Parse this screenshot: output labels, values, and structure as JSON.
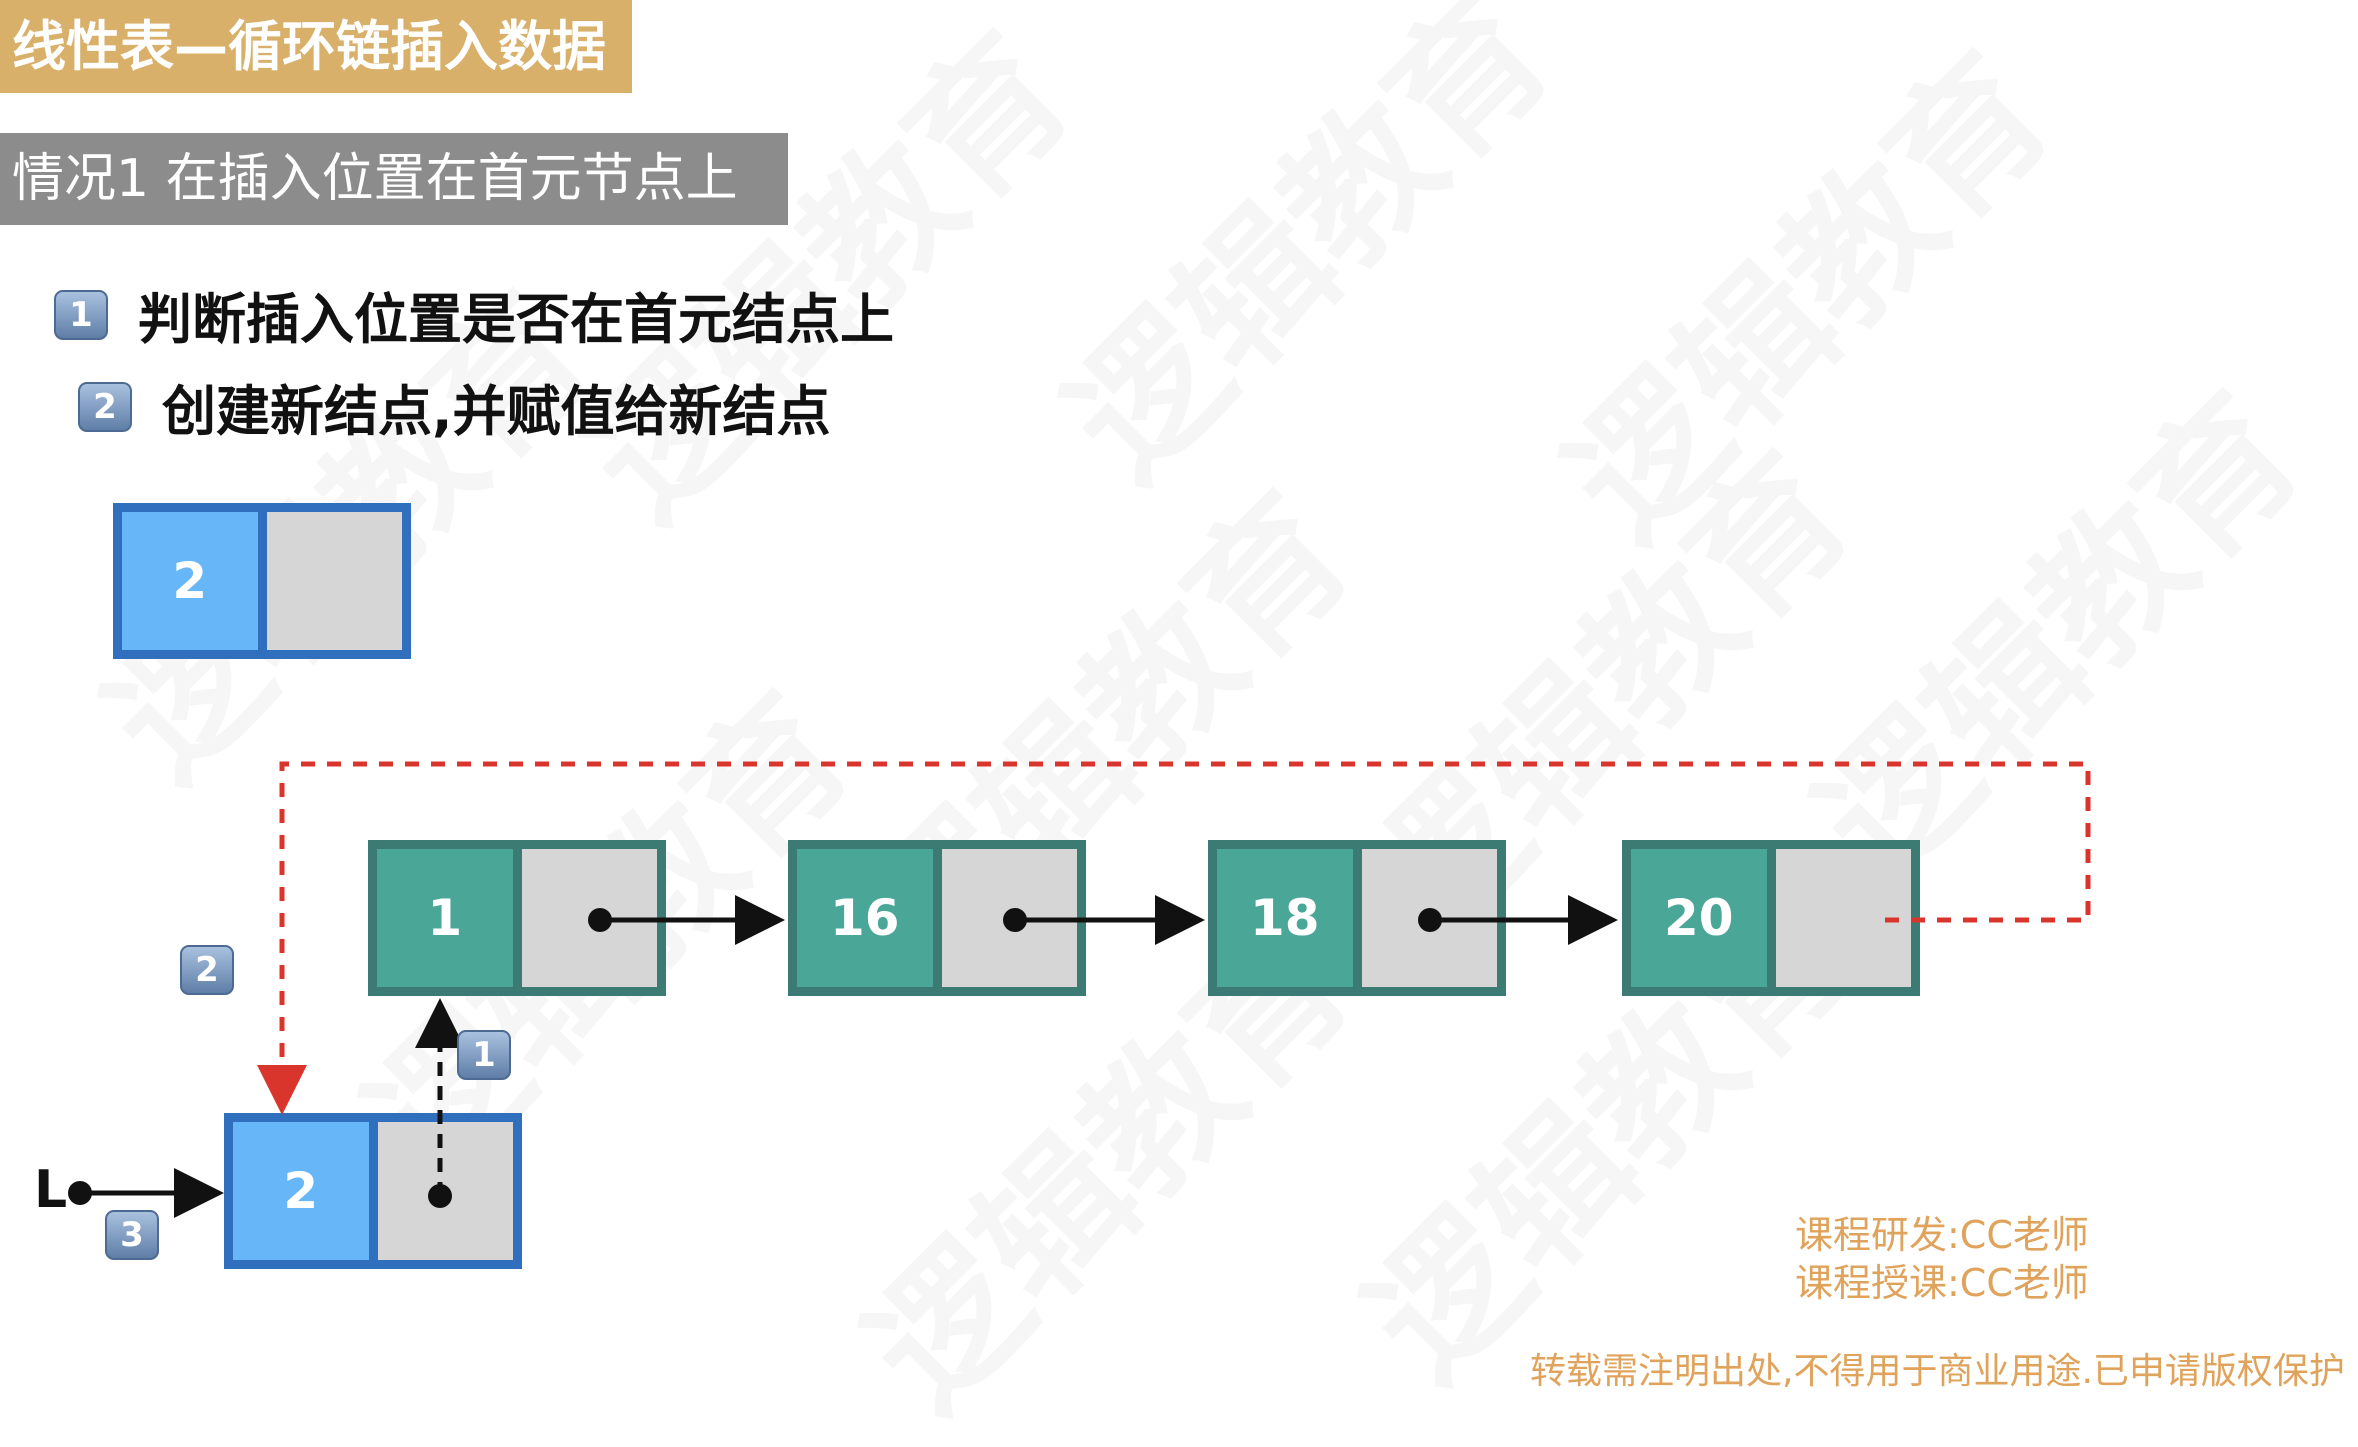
{
  "title": "线性表—循环链插入数据",
  "case_heading": "情况1 在插入位置在首元节点上",
  "steps": [
    {
      "num": "1",
      "text": "判断插入位置是否在首元结点上"
    },
    {
      "num": "2",
      "text": "创建新结点,并赋值给新结点"
    }
  ],
  "new_node": {
    "value": "2"
  },
  "list_nodes": [
    {
      "value": "1"
    },
    {
      "value": "16"
    },
    {
      "value": "18"
    },
    {
      "value": "20"
    }
  ],
  "inserted_node": {
    "value": "2"
  },
  "head_label": "L",
  "diagram_badges": {
    "circular_link": "2",
    "next_link": "1",
    "head_link": "3"
  },
  "credits": {
    "research": "课程研发:CC老师",
    "teaching": "课程授课:CC老师",
    "copyright": "转载需注明出处,不得用于商业用途.已申请版权保护"
  },
  "watermark": "逻辑教育",
  "colors": {
    "title_bg": "#d8b06a",
    "heading_bg": "#8c8c8c",
    "teal_node": "#4aa798",
    "blue_node": "#67b6f7",
    "pointer_cell": "#d6d6d6",
    "circular_link": "#d9352c",
    "credit_text": "#e0a35c"
  }
}
